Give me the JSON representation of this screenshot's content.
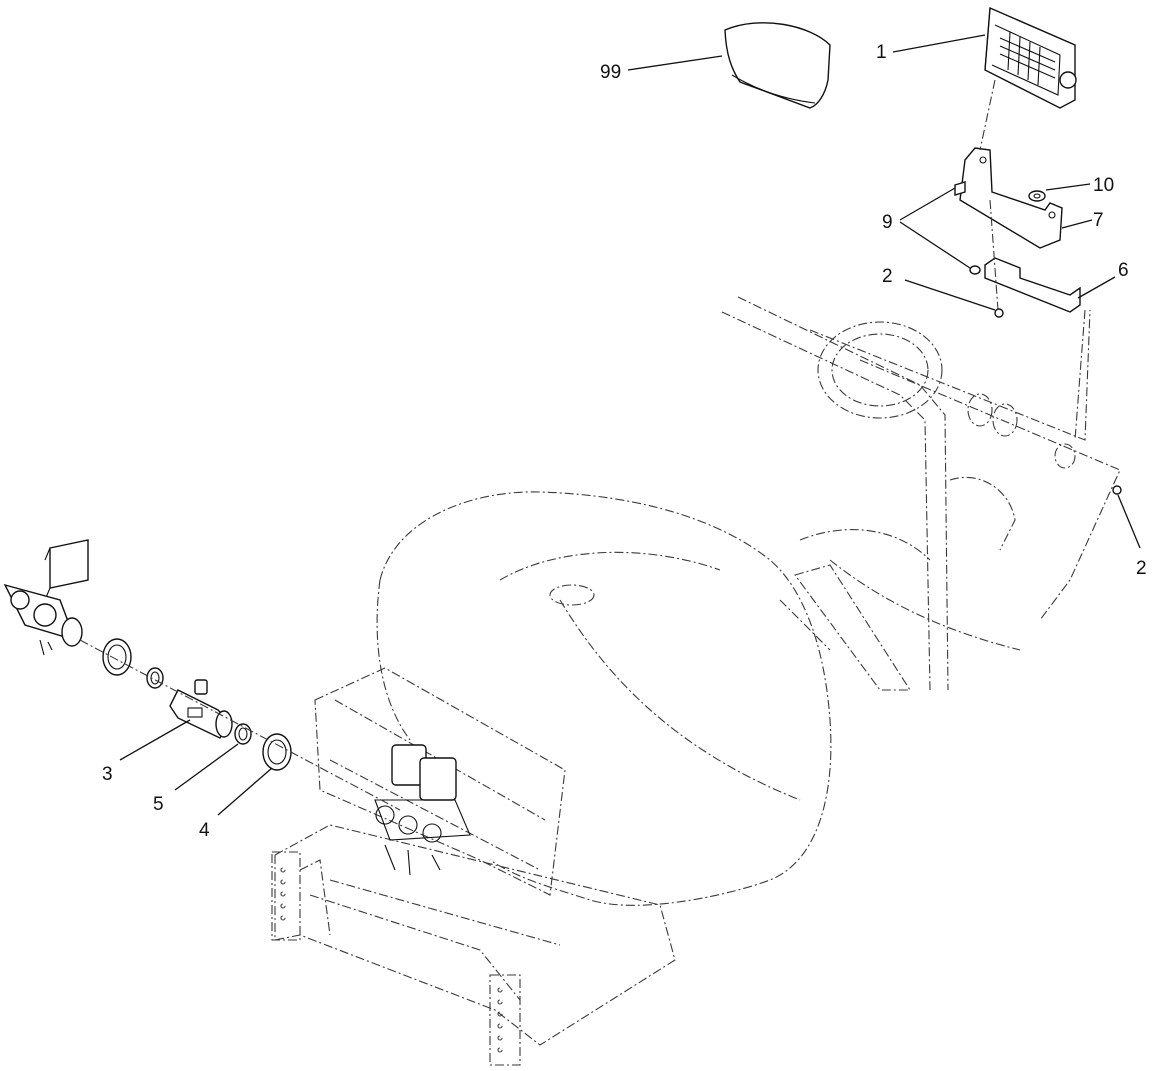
{
  "callouts": [
    {
      "id": "99",
      "text": "99"
    },
    {
      "id": "1",
      "text": "1"
    },
    {
      "id": "10",
      "text": "10"
    },
    {
      "id": "9",
      "text": "9"
    },
    {
      "id": "7",
      "text": "7"
    },
    {
      "id": "6",
      "text": "6"
    },
    {
      "id": "2a",
      "text": "2"
    },
    {
      "id": "2b",
      "text": "2"
    },
    {
      "id": "3",
      "text": "3"
    },
    {
      "id": "5",
      "text": "5"
    },
    {
      "id": "4",
      "text": "4"
    }
  ]
}
